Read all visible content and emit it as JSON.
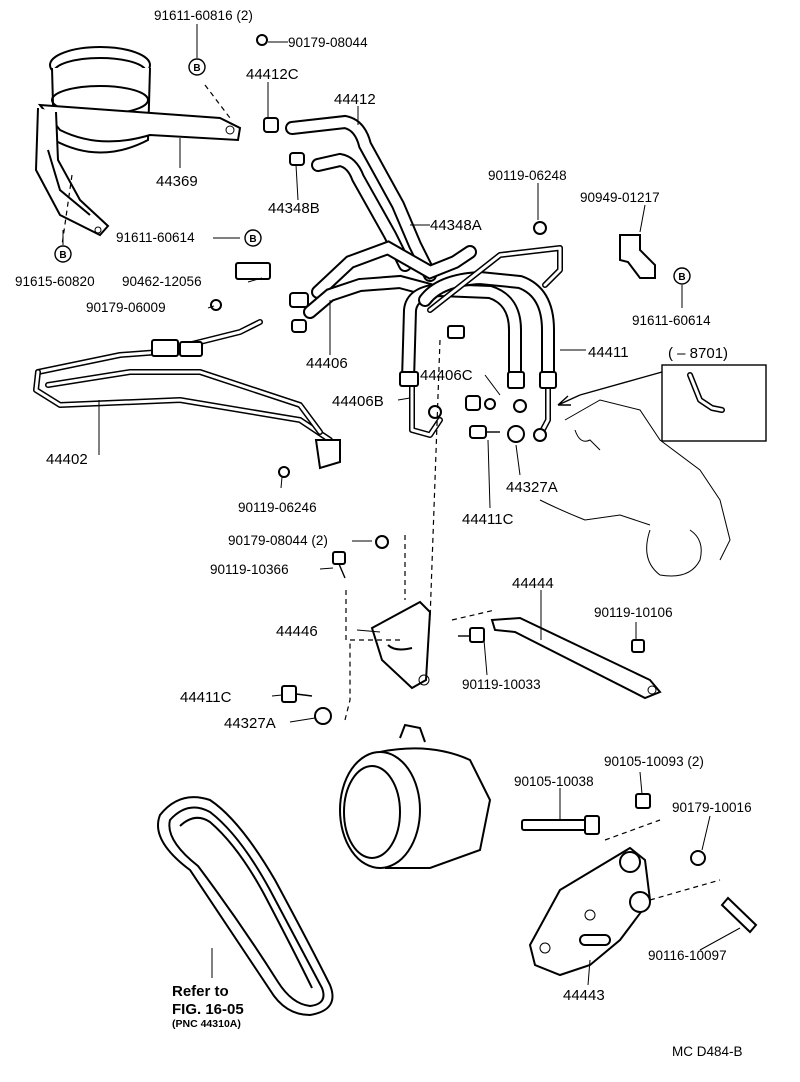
{
  "labels": {
    "p91611_60816": "91611-60816 (2)",
    "p90179_08044_top": "90179-08044",
    "p44412C": "44412C",
    "p44412": "44412",
    "p44369": "44369",
    "p44348B": "44348B",
    "p90119_06248": "90119-06248",
    "p90949_01217": "90949-01217",
    "p44348A": "44348A",
    "p91611_60614_a": "91611-60614",
    "p91615_60820": "91615-60820",
    "p90462_12056": "90462-12056",
    "p90179_06009": "90179-06009",
    "p91611_60614_b": "91611-60614",
    "p44406": "44406",
    "p44411": "44411",
    "p8701": "( – 8701)",
    "p44406C": "44406C",
    "p44406B": "44406B",
    "p44402": "44402",
    "p44327A_top": "44327A",
    "p90119_06246": "90119-06246",
    "p44411C_top": "44411C",
    "p90179_08044_2": "90179-08044 (2)",
    "p90119_10366": "90119-10366",
    "p44444": "44444",
    "p90119_10106": "90119-10106",
    "p44446": "44446",
    "p90119_10033": "90119-10033",
    "p44411C_bot": "44411C",
    "p44327A_bot": "44327A",
    "p90105_10093": "90105-10093 (2)",
    "p90105_10038": "90105-10038",
    "p90179_10016": "90179-10016",
    "p90116_10097": "90116-10097",
    "p44443": "44443",
    "note_line1": "Refer to",
    "note_line2": "FIG. 16-05",
    "note_line3": "(PNC 44310A)",
    "footer": "MC  D484-B"
  },
  "marks": {
    "b": "B"
  }
}
